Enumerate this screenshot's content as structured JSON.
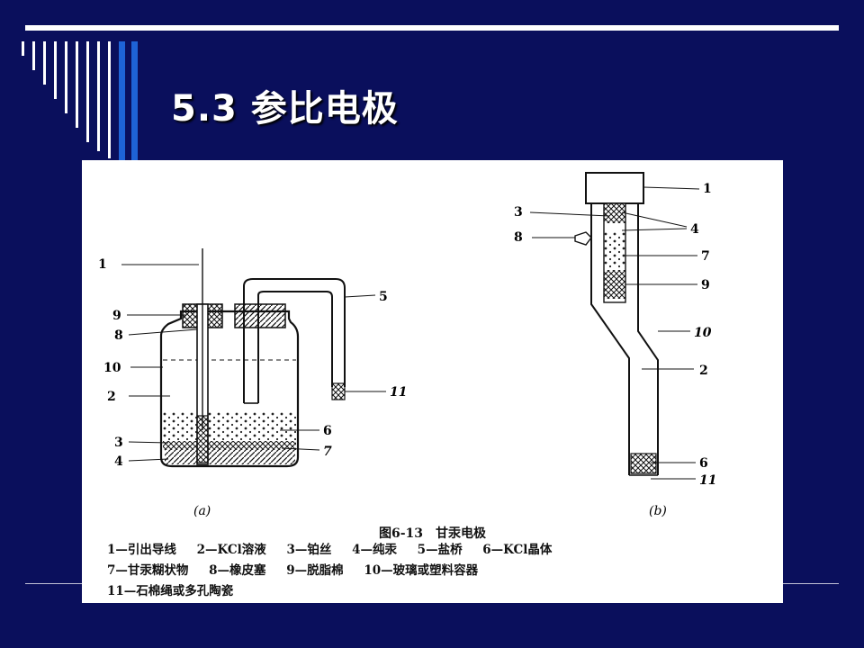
{
  "slide": {
    "title": "5.3 参比电极"
  },
  "figure": {
    "caption": "图6-13　甘汞电极",
    "panel_a_label": "(a)",
    "panel_b_label": "(b)",
    "callouts_a": [
      "1",
      "9",
      "8",
      "10",
      "2",
      "3",
      "4",
      "5",
      "11",
      "6",
      "7"
    ],
    "callouts_b": [
      "1",
      "3",
      "4",
      "8",
      "7",
      "9",
      "10",
      "2",
      "6",
      "11"
    ],
    "legend_rows": [
      [
        "1—引出导线",
        "2—KCl溶液",
        "3—铂丝",
        "4—纯汞",
        "5—盐桥",
        "6—KCl晶体"
      ],
      [
        "7—甘汞糊状物",
        "8—橡皮塞",
        "9—脱脂棉",
        "10—玻璃或塑料容器"
      ],
      [
        "11—石棉绳或多孔陶瓷"
      ]
    ]
  },
  "colors": {
    "background": "#0a0f5c",
    "accent_stripe": "#1e63d6",
    "text": "#ffffff"
  }
}
